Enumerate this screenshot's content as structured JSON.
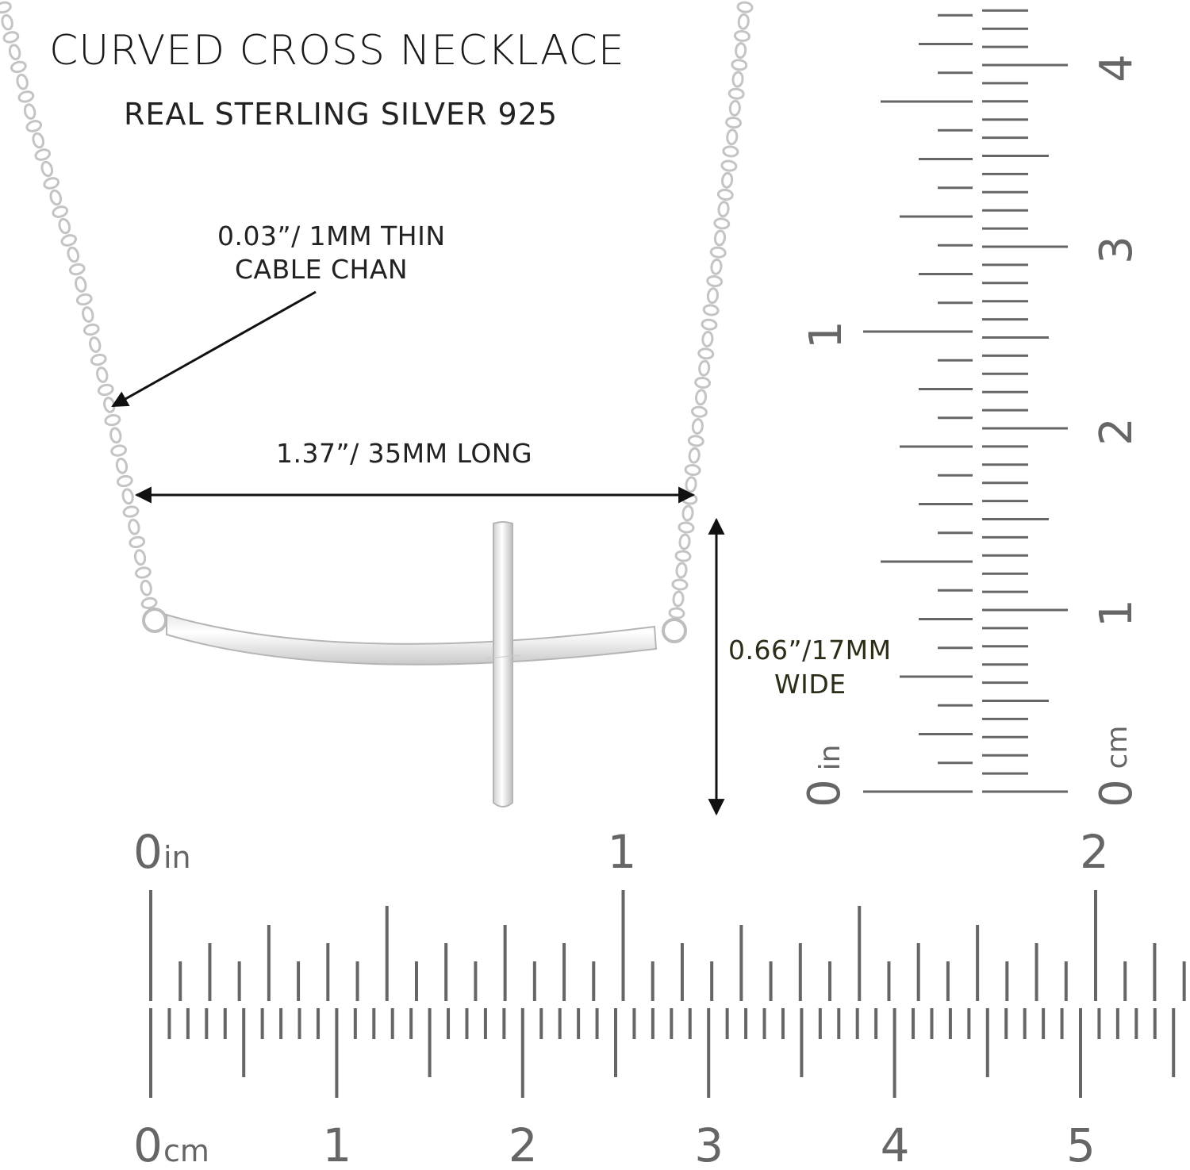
{
  "product": {
    "title": "CURVED CROSS NECKLACE",
    "subtitle": "REAL STERLING SILVER 925"
  },
  "annotations": {
    "chain_line_1": "0.03”/ 1MM THIN",
    "chain_line_2": "CABLE CHAN",
    "length": "1.37”/ 35MM LONG",
    "width_line_1": "0.66”/17MM",
    "width_line_2": "WIDE"
  },
  "horizontal_ruler": {
    "inch_labels": [
      "0",
      "1",
      "2"
    ],
    "inch_unit": "in",
    "cm_labels": [
      "0",
      "1",
      "2",
      "3",
      "4",
      "5"
    ],
    "cm_unit": "cm"
  },
  "vertical_ruler": {
    "inch_labels": [
      "0",
      "1"
    ],
    "inch_unit": "in",
    "cm_labels": [
      "0",
      "1",
      "2",
      "3",
      "4"
    ],
    "cm_unit": "cm"
  },
  "colors": {
    "ruler_gray": "#666666",
    "arrow": "#111111",
    "silver_light": "#f4f4f4",
    "silver_dark": "#b8b8b8"
  }
}
